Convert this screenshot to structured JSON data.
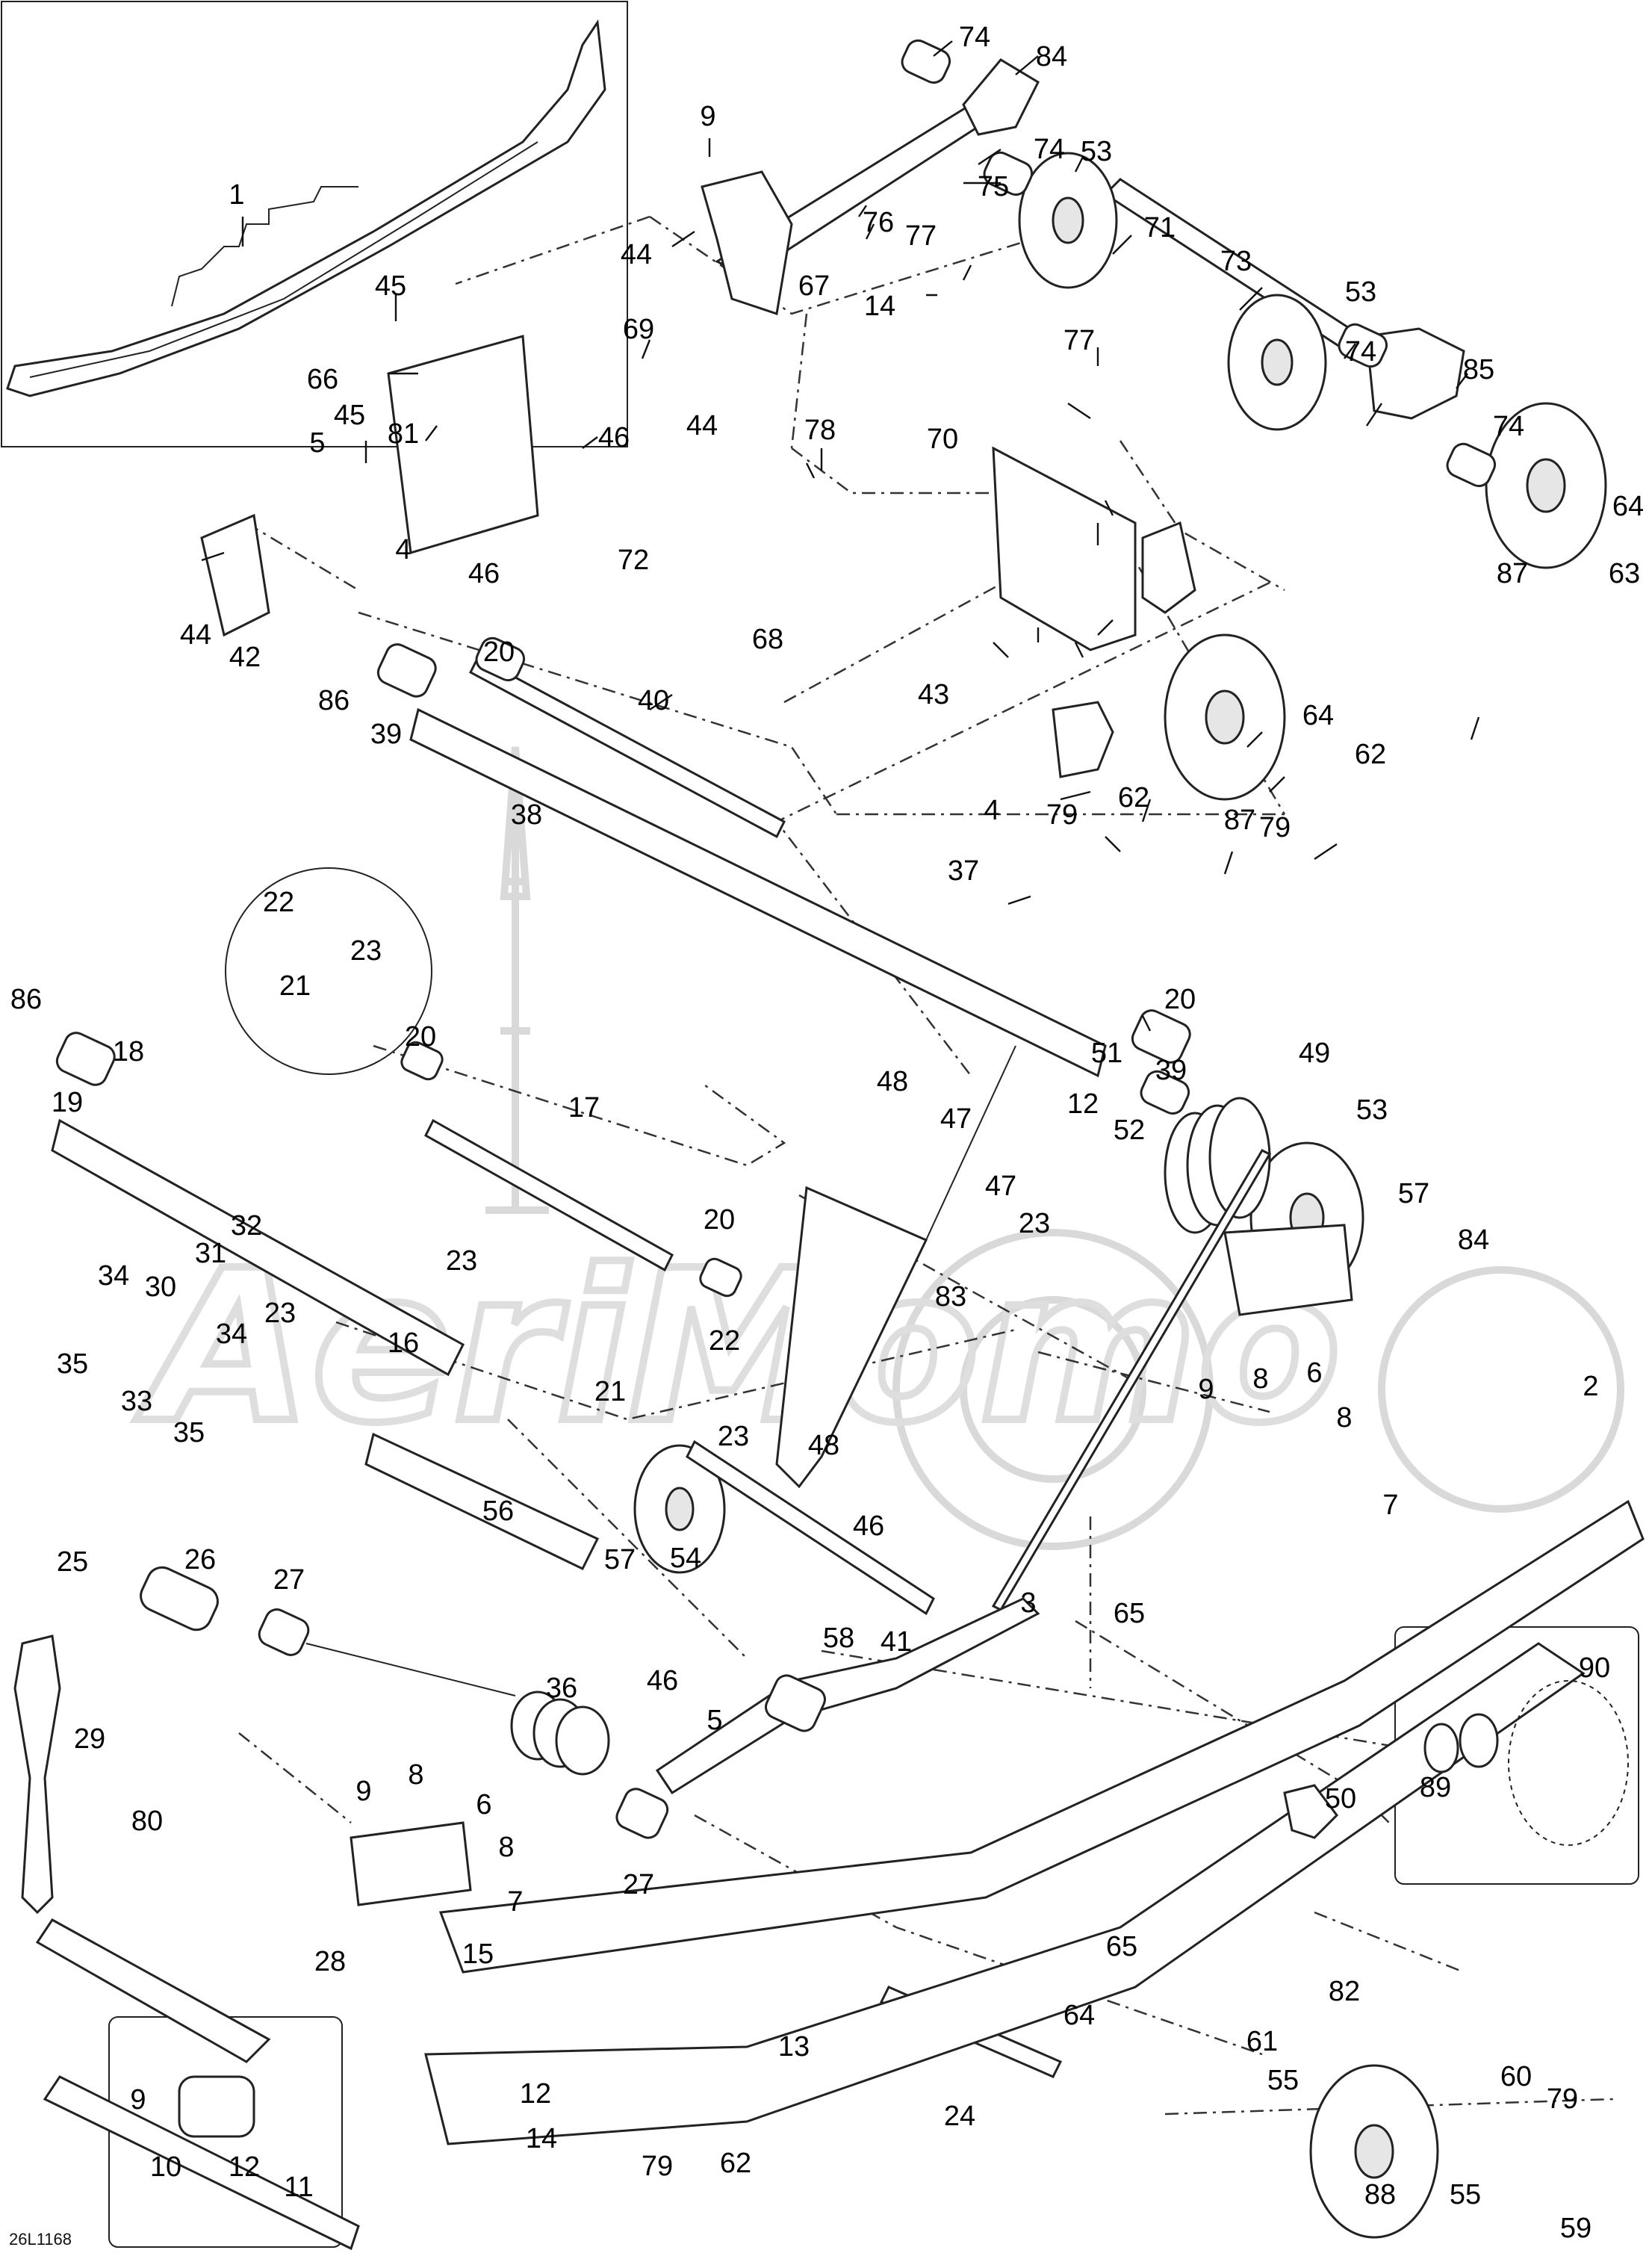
{
  "drawing_code": "26L1168",
  "watermark": "AeriMomo",
  "callouts": [
    {
      "id": "c-74a",
      "text": "74"
    },
    {
      "id": "c-84a",
      "text": "84"
    },
    {
      "id": "c-9a",
      "text": "9"
    },
    {
      "id": "c-74b",
      "text": "74"
    },
    {
      "id": "c-53a",
      "text": "53"
    },
    {
      "id": "c-75",
      "text": "75"
    },
    {
      "id": "c-1",
      "text": "1"
    },
    {
      "id": "c-76",
      "text": "76"
    },
    {
      "id": "c-77a",
      "text": "77"
    },
    {
      "id": "c-44a",
      "text": "44"
    },
    {
      "id": "c-71",
      "text": "71"
    },
    {
      "id": "c-67",
      "text": "67"
    },
    {
      "id": "c-14a",
      "text": "14"
    },
    {
      "id": "c-73",
      "text": "73"
    },
    {
      "id": "c-45a",
      "text": "45"
    },
    {
      "id": "c-53b",
      "text": "53"
    },
    {
      "id": "c-69",
      "text": "69"
    },
    {
      "id": "c-77b",
      "text": "77"
    },
    {
      "id": "c-66",
      "text": "66"
    },
    {
      "id": "c-74c",
      "text": "74"
    },
    {
      "id": "c-85",
      "text": "85"
    },
    {
      "id": "c-45b",
      "text": "45"
    },
    {
      "id": "c-81",
      "text": "81"
    },
    {
      "id": "c-46a",
      "text": "46"
    },
    {
      "id": "c-44b",
      "text": "44"
    },
    {
      "id": "c-5a",
      "text": "5"
    },
    {
      "id": "c-78",
      "text": "78"
    },
    {
      "id": "c-70",
      "text": "70"
    },
    {
      "id": "c-74d",
      "text": "74"
    },
    {
      "id": "c-64a",
      "text": "64"
    },
    {
      "id": "c-4a",
      "text": "4"
    },
    {
      "id": "c-72",
      "text": "72"
    },
    {
      "id": "c-46b",
      "text": "46"
    },
    {
      "id": "c-44c",
      "text": "44"
    },
    {
      "id": "c-42",
      "text": "42"
    },
    {
      "id": "c-68",
      "text": "68"
    },
    {
      "id": "c-87a",
      "text": "87"
    },
    {
      "id": "c-63",
      "text": "63"
    },
    {
      "id": "c-20a",
      "text": "20"
    },
    {
      "id": "c-40",
      "text": "40"
    },
    {
      "id": "c-86a",
      "text": "86"
    },
    {
      "id": "c-43",
      "text": "43"
    },
    {
      "id": "c-39a",
      "text": "39"
    },
    {
      "id": "c-64b",
      "text": "64"
    },
    {
      "id": "c-62a",
      "text": "62"
    },
    {
      "id": "c-38",
      "text": "38"
    },
    {
      "id": "c-79a",
      "text": "79"
    },
    {
      "id": "c-62b",
      "text": "62"
    },
    {
      "id": "c-4b",
      "text": "4"
    },
    {
      "id": "c-87b",
      "text": "87"
    },
    {
      "id": "c-79b",
      "text": "79"
    },
    {
      "id": "c-37",
      "text": "37"
    },
    {
      "id": "c-22a",
      "text": "22"
    },
    {
      "id": "c-23a",
      "text": "23"
    },
    {
      "id": "c-21a",
      "text": "21"
    },
    {
      "id": "c-86b",
      "text": "86"
    },
    {
      "id": "c-18",
      "text": "18"
    },
    {
      "id": "c-20b",
      "text": "20"
    },
    {
      "id": "c-20c",
      "text": "20"
    },
    {
      "id": "c-49",
      "text": "49"
    },
    {
      "id": "c-48a",
      "text": "48"
    },
    {
      "id": "c-51",
      "text": "51"
    },
    {
      "id": "c-53c",
      "text": "53"
    },
    {
      "id": "c-19",
      "text": "19"
    },
    {
      "id": "c-17",
      "text": "17"
    },
    {
      "id": "c-39b",
      "text": "39"
    },
    {
      "id": "c-47a",
      "text": "47"
    },
    {
      "id": "c-12a",
      "text": "12"
    },
    {
      "id": "c-52",
      "text": "52"
    },
    {
      "id": "c-47b",
      "text": "47"
    },
    {
      "id": "c-23b",
      "text": "23"
    },
    {
      "id": "c-57a",
      "text": "57"
    },
    {
      "id": "c-20d",
      "text": "20"
    },
    {
      "id": "c-84b",
      "text": "84"
    },
    {
      "id": "c-32",
      "text": "32"
    },
    {
      "id": "c-31",
      "text": "31"
    },
    {
      "id": "c-34a",
      "text": "34"
    },
    {
      "id": "c-30",
      "text": "30"
    },
    {
      "id": "c-23c",
      "text": "23"
    },
    {
      "id": "c-83",
      "text": "83"
    },
    {
      "id": "c-23d",
      "text": "23"
    },
    {
      "id": "c-16",
      "text": "16"
    },
    {
      "id": "c-22b",
      "text": "22"
    },
    {
      "id": "c-35a",
      "text": "35"
    },
    {
      "id": "c-34b",
      "text": "34"
    },
    {
      "id": "c-33",
      "text": "33"
    },
    {
      "id": "c-21b",
      "text": "21"
    },
    {
      "id": "c-35b",
      "text": "35"
    },
    {
      "id": "c-9b",
      "text": "9"
    },
    {
      "id": "c-8a",
      "text": "8"
    },
    {
      "id": "c-6a",
      "text": "6"
    },
    {
      "id": "c-2",
      "text": "2"
    },
    {
      "id": "c-8b",
      "text": "8"
    },
    {
      "id": "c-23e",
      "text": "23"
    },
    {
      "id": "c-48b",
      "text": "48"
    },
    {
      "id": "c-7a",
      "text": "7"
    },
    {
      "id": "c-56",
      "text": "56"
    },
    {
      "id": "c-25",
      "text": "25"
    },
    {
      "id": "c-26",
      "text": "26"
    },
    {
      "id": "c-57b",
      "text": "57"
    },
    {
      "id": "c-54",
      "text": "54"
    },
    {
      "id": "c-46c",
      "text": "46"
    },
    {
      "id": "c-27a",
      "text": "27"
    },
    {
      "id": "c-3",
      "text": "3"
    },
    {
      "id": "c-65a",
      "text": "65"
    },
    {
      "id": "c-41",
      "text": "41"
    },
    {
      "id": "c-58",
      "text": "58"
    },
    {
      "id": "c-29",
      "text": "29"
    },
    {
      "id": "c-36",
      "text": "36"
    },
    {
      "id": "c-46d",
      "text": "46"
    },
    {
      "id": "c-90",
      "text": "90"
    },
    {
      "id": "c-5b",
      "text": "5"
    },
    {
      "id": "c-89",
      "text": "89"
    },
    {
      "id": "c-80",
      "text": "80"
    },
    {
      "id": "c-9c",
      "text": "9"
    },
    {
      "id": "c-8c",
      "text": "8"
    },
    {
      "id": "c-6b",
      "text": "6"
    },
    {
      "id": "c-50",
      "text": "50"
    },
    {
      "id": "c-8d",
      "text": "8"
    },
    {
      "id": "c-27b",
      "text": "27"
    },
    {
      "id": "c-7b",
      "text": "7"
    },
    {
      "id": "c-65b",
      "text": "65"
    },
    {
      "id": "c-28",
      "text": "28"
    },
    {
      "id": "c-15",
      "text": "15"
    },
    {
      "id": "c-82",
      "text": "82"
    },
    {
      "id": "c-64c",
      "text": "64"
    },
    {
      "id": "c-13",
      "text": "13"
    },
    {
      "id": "c-61",
      "text": "61"
    },
    {
      "id": "c-55a",
      "text": "55"
    },
    {
      "id": "c-24",
      "text": "24"
    },
    {
      "id": "c-60",
      "text": "60"
    },
    {
      "id": "c-79c",
      "text": "79"
    },
    {
      "id": "c-9d",
      "text": "9"
    },
    {
      "id": "c-12b",
      "text": "12"
    },
    {
      "id": "c-10",
      "text": "10"
    },
    {
      "id": "c-12c",
      "text": "12"
    },
    {
      "id": "c-11",
      "text": "11"
    },
    {
      "id": "c-79d",
      "text": "79"
    },
    {
      "id": "c-62c",
      "text": "62"
    },
    {
      "id": "c-14b",
      "text": "14"
    },
    {
      "id": "c-88",
      "text": "88"
    },
    {
      "id": "c-55b",
      "text": "55"
    },
    {
      "id": "c-59",
      "text": "59"
    }
  ]
}
